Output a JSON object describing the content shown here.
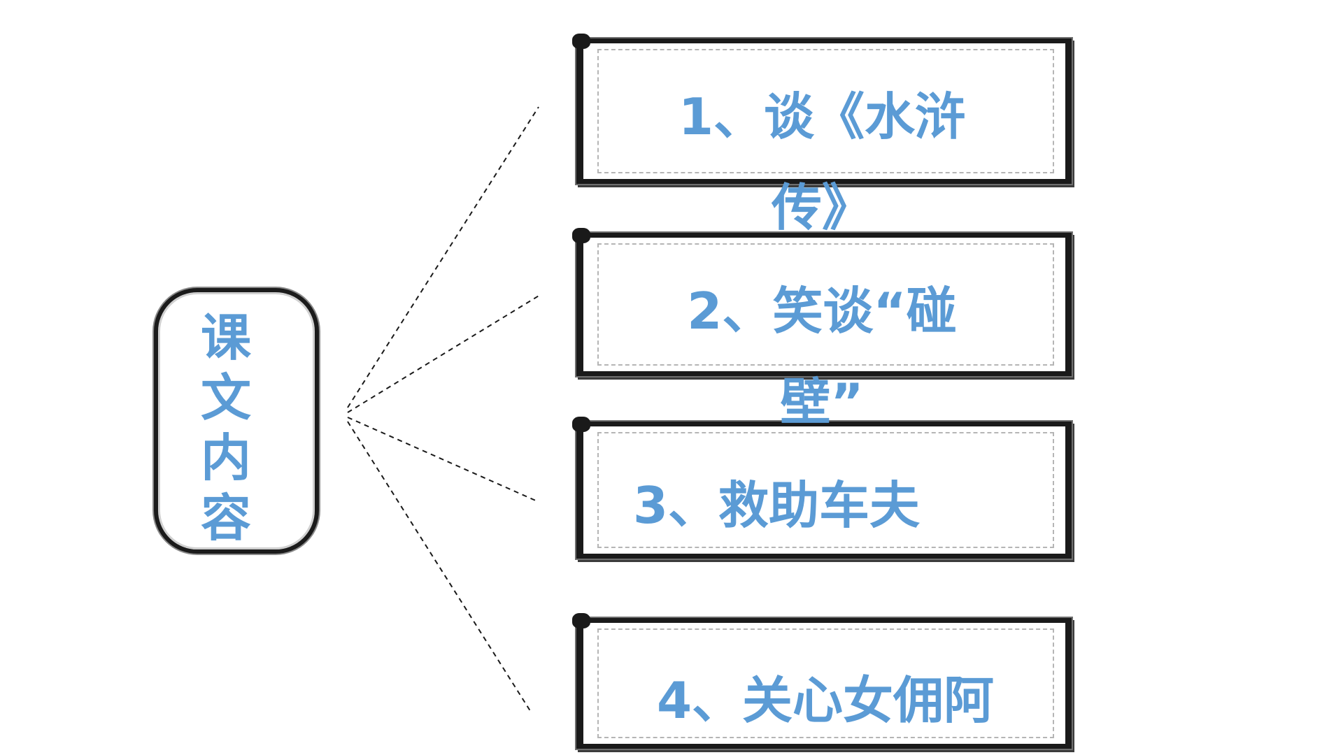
{
  "colors": {
    "accent_text": "#5b9bd5",
    "frame_ink": "#1a1a1a",
    "connector": "#1a1a1a",
    "background": "#ffffff"
  },
  "topic": {
    "label_chars": [
      "课",
      "文",
      "内",
      "容"
    ]
  },
  "items": [
    {
      "label": "1、谈《水浒传》"
    },
    {
      "label": "2、笑谈“碰壁”"
    },
    {
      "label": "3、救助车夫"
    },
    {
      "label": "4、关心女佣阿"
    }
  ]
}
